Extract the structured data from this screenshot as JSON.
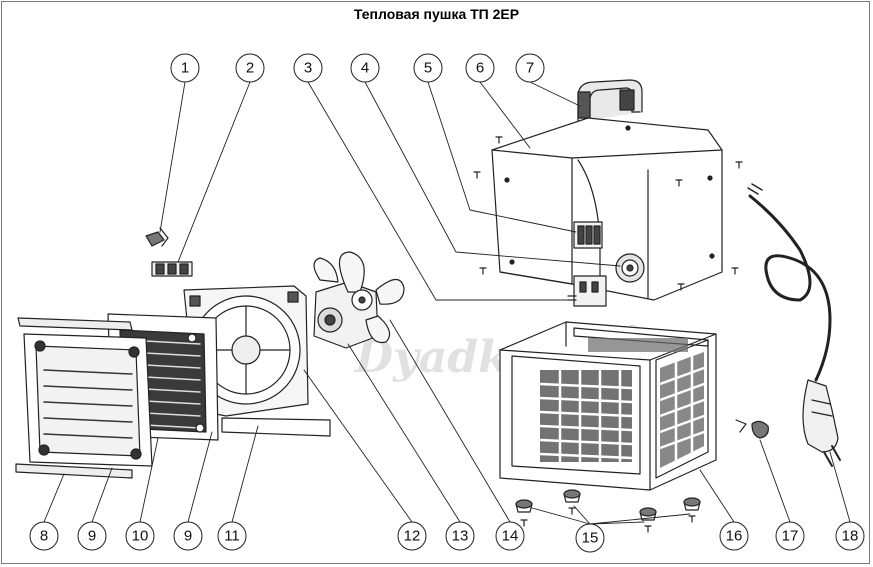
{
  "title": "Тепловая пушка ТП 2ЕР",
  "watermark": "DyadkO",
  "registered_mark": "®",
  "callouts": [
    "1",
    "2",
    "3",
    "4",
    "5",
    "6",
    "7",
    "8",
    "9",
    "10",
    "9",
    "11",
    "12",
    "13",
    "14",
    "15",
    "16",
    "17",
    "18"
  ]
}
